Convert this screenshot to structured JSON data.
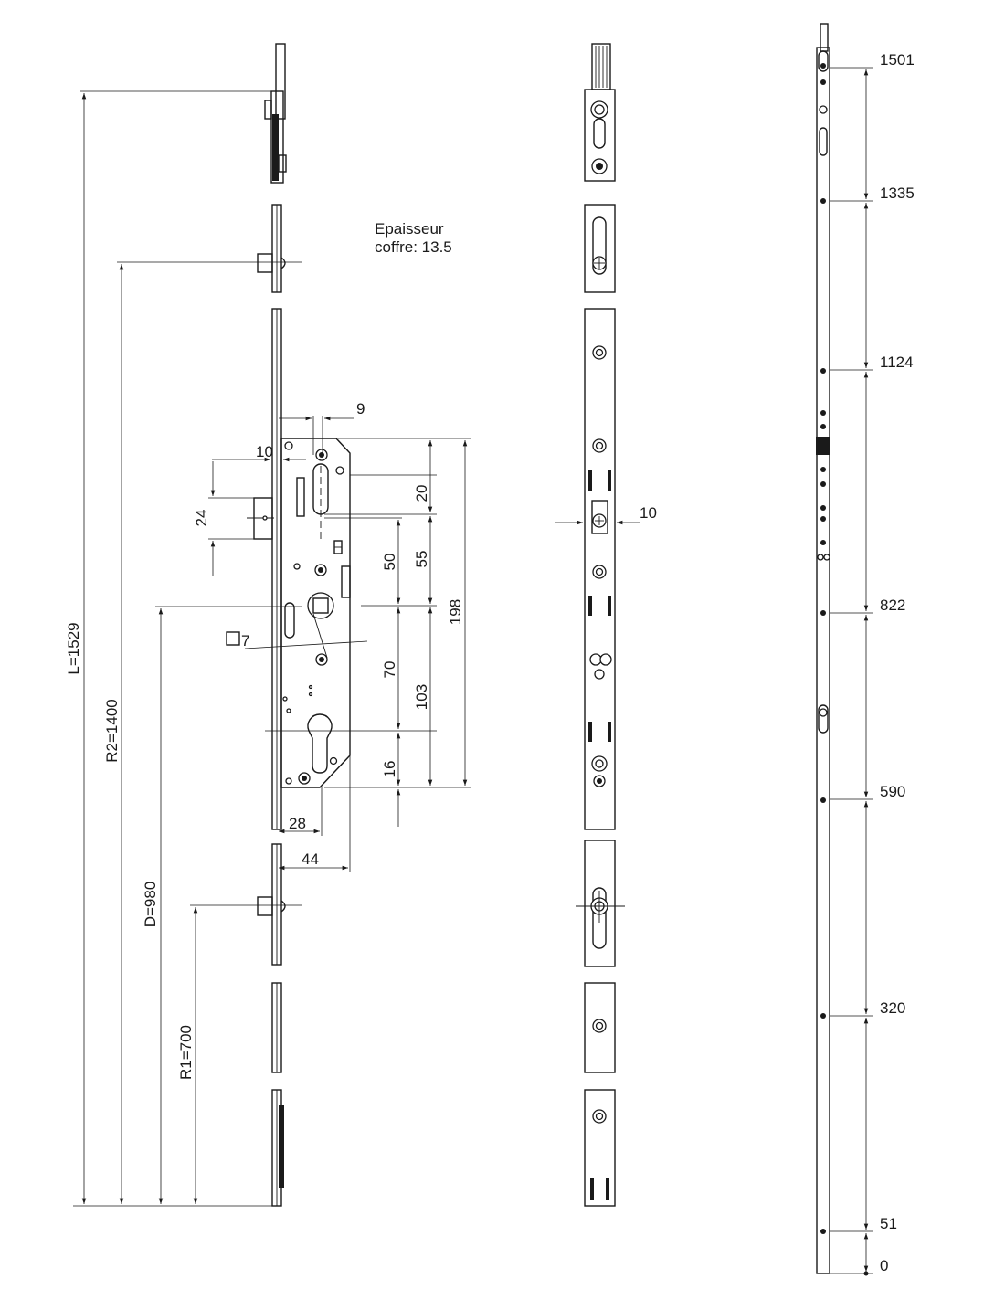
{
  "note": {
    "line1": "Epaisseur",
    "line2": "coffre: 13.5"
  },
  "left_dims": {
    "L": "L=1529",
    "R2": "R2=1400",
    "D": "D=980",
    "R1": "R1=700"
  },
  "case_dims": {
    "d9": "9",
    "d10": "10",
    "d20": "20",
    "d24": "24",
    "d50": "50",
    "d55": "55",
    "d198": "198",
    "d7": "7",
    "d70": "70",
    "d103": "103",
    "d16": "16",
    "d28": "28",
    "d44": "44"
  },
  "middle_dims": {
    "d10": "10"
  },
  "heights": [
    "1501",
    "1335",
    "1124",
    "822",
    "590",
    "320",
    "51",
    "0"
  ]
}
